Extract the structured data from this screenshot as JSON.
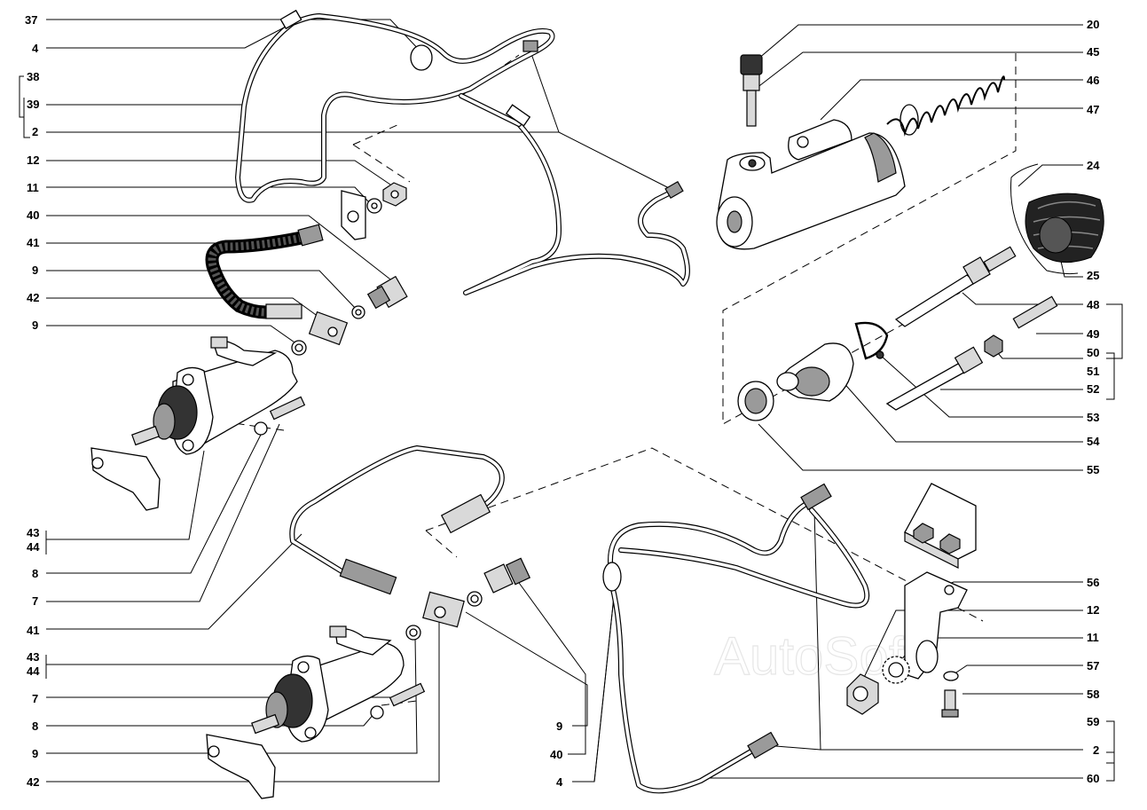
{
  "watermark": "AutoSoft",
  "left_labels": [
    "37",
    "4",
    "38",
    "39",
    "2",
    "12",
    "11",
    "40",
    "41",
    "9",
    "42",
    "9",
    "43",
    "44",
    "8",
    "7",
    "41",
    "43",
    "44",
    "7",
    "8",
    "9",
    "42"
  ],
  "right_labels": [
    "20",
    "45",
    "46",
    "47",
    "24",
    "25",
    "48",
    "49",
    "50",
    "51",
    "52",
    "53",
    "54",
    "55",
    "56",
    "12",
    "11",
    "57",
    "58",
    "59",
    "2",
    "60"
  ],
  "bottom_labels": [
    "9",
    "40",
    "4"
  ],
  "colors": {
    "line": "#000000",
    "paper": "#ffffff",
    "watermark": "#e6e6e6"
  }
}
